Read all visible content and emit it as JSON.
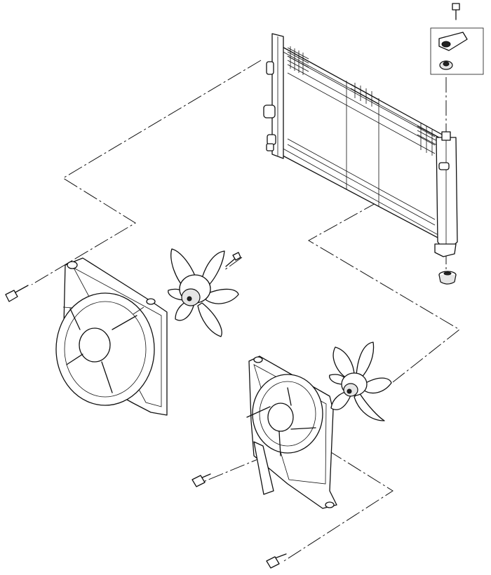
{
  "diagram": {
    "kind": "exploded parts view",
    "parts": [
      "radiator",
      "upper-mount-bolt",
      "upper-mount-bracket",
      "upper-mount-bushing",
      "lower-mount-bushing",
      "left-fan-shroud",
      "left-fan-motor",
      "left-fan-blade",
      "left-shroud-bolt",
      "left-motor-bolt",
      "right-fan-shroud",
      "right-fan-motor",
      "right-fan-blade",
      "right-shroud-bolt-upper",
      "right-shroud-bolt-lower"
    ],
    "colors": {
      "line": "#111111",
      "background": "#ffffff",
      "shade": "#e6e6e6"
    }
  }
}
